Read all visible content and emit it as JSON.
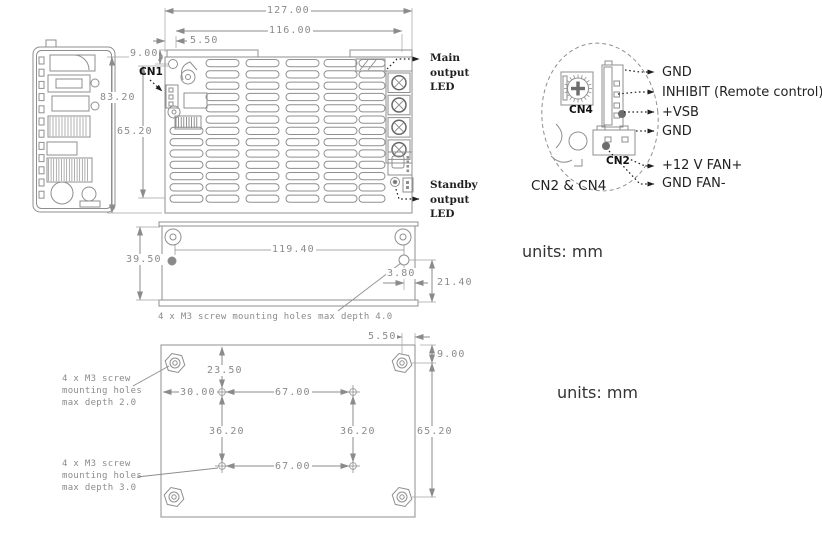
{
  "colors": {
    "drawing_line": "#8f8f8f",
    "dimension_text": "#8b8b8b",
    "label_text": "#222222"
  },
  "top_view": {
    "dim_overall_width": "127.00",
    "dim_vent_width": "116.00",
    "dim_hole_offset_x": "5.50",
    "dim_hole_offset_y": "9.00",
    "dim_overall_depth": "83.20",
    "dim_inner_depth": "65.20",
    "cn1_label": "CN1",
    "main_led_label": [
      "Main",
      "output",
      "LED"
    ],
    "standby_led_label": [
      "Standby",
      "output",
      "LED"
    ]
  },
  "front_view": {
    "dim_hole_span": "119.40",
    "dim_height": "39.50",
    "dim_hole_edge": "3.80",
    "dim_hole_bottom": "21.40",
    "note": "4 x M3 screw mounting holes max depth 4.0"
  },
  "bottom_view": {
    "dim_corner_offset_x": "5.50",
    "dim_corner_offset_y": "9.00",
    "dim_inner_top": "23.50",
    "dim_inner_left": "30.00",
    "dim_inner_width_top": "67.00",
    "dim_inner_height_left": "36.20",
    "dim_inner_height_right": "36.20",
    "dim_corner_span": "65.20",
    "dim_inner_width_bottom": "67.00",
    "note_side": [
      "4 x M3 screw",
      "mounting holes",
      "max depth 2.0"
    ],
    "note_bottom": [
      "4 x M3 screw",
      "mounting holes",
      "max depth 3.0"
    ]
  },
  "connector_detail": {
    "cn4_label": "CN4",
    "cn2_label": "CN2",
    "caption": "CN2 & CN4",
    "pin_labels": [
      "GND",
      "INHIBIT (Remote control)",
      "+VSB",
      "GND",
      "+12 V FAN+",
      "GND FAN-"
    ]
  },
  "units_label_top": "units: mm",
  "units_label_bottom": "units: mm"
}
